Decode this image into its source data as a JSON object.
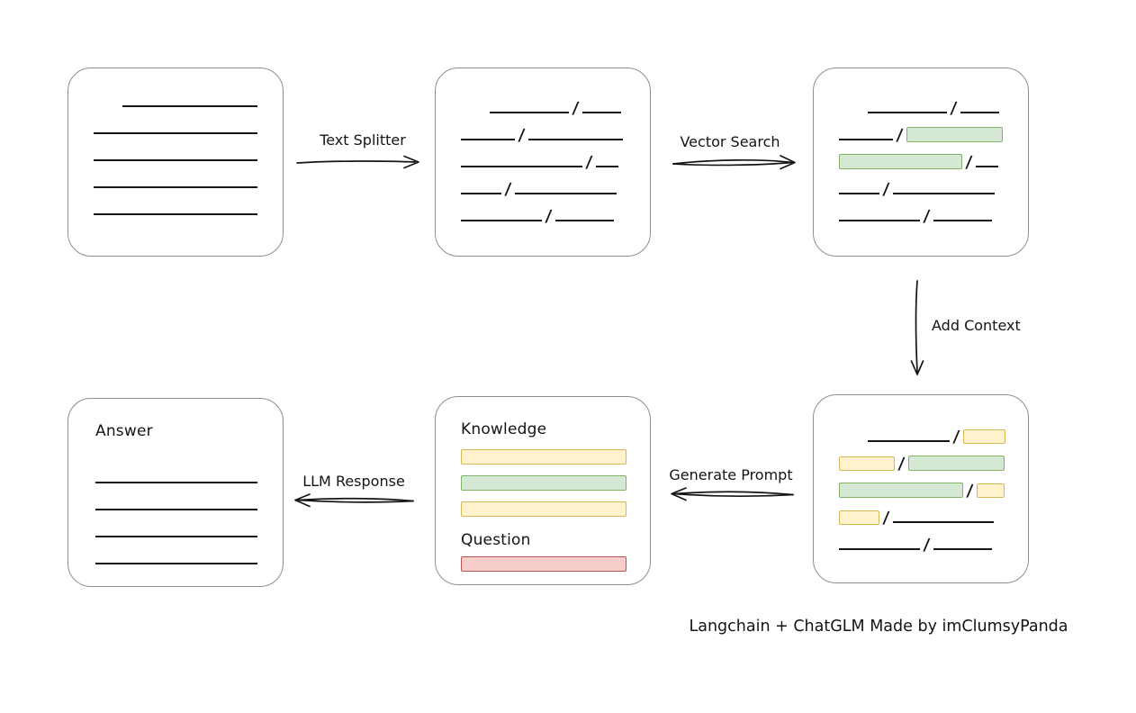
{
  "colors": {
    "green_fill": "#d5e8d4",
    "green_border": "#82b366",
    "yellow_fill": "#fff2cc",
    "yellow_border": "#d6b656",
    "red_fill": "#f8cecc",
    "red_border": "#b85450",
    "box_border": "#8f8f8f",
    "ink": "#151515"
  },
  "glyphs": {
    "slash": "/"
  },
  "arrows": {
    "text_splitter": {
      "label": "Text Splitter"
    },
    "vector_search": {
      "label": "Vector Search"
    },
    "add_context": {
      "label": "Add Context"
    },
    "generate_prompt": {
      "label": "Generate Prompt"
    },
    "llm_response": {
      "label": "LLM Response"
    }
  },
  "boxes": {
    "source_document": {
      "rows": [
        {
          "indent": 32,
          "segs": [
            [
              "line",
              150
            ]
          ]
        },
        {
          "segs": [
            [
              "line",
              182
            ]
          ]
        },
        {
          "segs": [
            [
              "line",
              182
            ]
          ]
        },
        {
          "segs": [
            [
              "line",
              182
            ]
          ]
        },
        {
          "segs": [
            [
              "line",
              182
            ]
          ]
        }
      ]
    },
    "split_chunks": {
      "rows": [
        {
          "indent": 32,
          "segs": [
            [
              "line",
              88
            ],
            [
              "line",
              43
            ]
          ]
        },
        {
          "segs": [
            [
              "line",
              60
            ],
            [
              "line",
              105
            ]
          ]
        },
        {
          "segs": [
            [
              "line",
              135
            ],
            [
              "line",
              25
            ]
          ]
        },
        {
          "segs": [
            [
              "line",
              45
            ],
            [
              "line",
              113
            ]
          ]
        },
        {
          "segs": [
            [
              "line",
              90
            ],
            [
              "line",
              65
            ]
          ]
        }
      ]
    },
    "matched_chunks": {
      "rows": [
        {
          "indent": 32,
          "segs": [
            [
              "line",
              88
            ],
            [
              "line",
              43
            ]
          ]
        },
        {
          "segs": [
            [
              "line",
              60
            ],
            [
              "green",
              107
            ]
          ]
        },
        {
          "segs": [
            [
              "green",
              137
            ],
            [
              "line",
              25
            ]
          ]
        },
        {
          "segs": [
            [
              "line",
              45
            ],
            [
              "line",
              113
            ]
          ]
        },
        {
          "segs": [
            [
              "line",
              90
            ],
            [
              "line",
              65
            ]
          ]
        }
      ]
    },
    "context_chunks": {
      "rows": [
        {
          "indent": 32,
          "segs": [
            [
              "line",
              91
            ],
            [
              "yellow",
              47
            ]
          ]
        },
        {
          "segs": [
            [
              "yellow",
              62
            ],
            [
              "green",
              107
            ]
          ]
        },
        {
          "segs": [
            [
              "green",
              138
            ],
            [
              "yellow",
              31
            ]
          ]
        },
        {
          "segs": [
            [
              "yellow",
              45
            ],
            [
              "line",
              112
            ]
          ]
        },
        {
          "segs": [
            [
              "line",
              90
            ],
            [
              "line",
              65
            ]
          ]
        }
      ]
    },
    "prompt": {
      "knowledge_label": "Knowledge",
      "knowledge_bars": [
        "yellow",
        "green",
        "yellow"
      ],
      "question_label": "Question",
      "question_bars": [
        "red"
      ]
    },
    "answer": {
      "label": "Answer",
      "line_count": 4
    }
  },
  "credit": "Langchain + ChatGLM Made by imClumsyPanda"
}
